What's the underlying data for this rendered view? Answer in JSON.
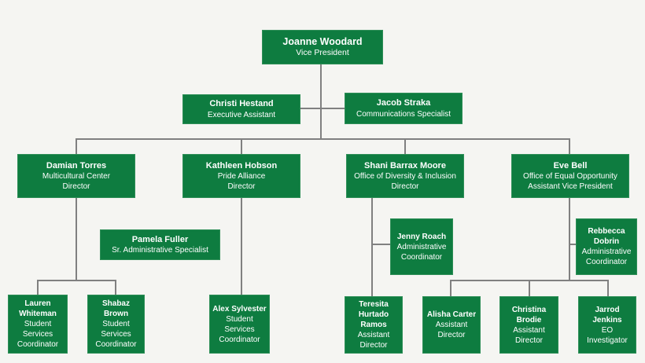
{
  "colors": {
    "node_green": "#0e7c40",
    "node_border": "#2f8f58",
    "line_gray": "#808080",
    "bg": "#f5f5f2",
    "text_white": "#ffffff"
  },
  "nodes": {
    "joanne": {
      "name": "Joanne Woodard",
      "title": "Vice President"
    },
    "christi": {
      "name": "Christi Hestand",
      "title": "Executive Assistant"
    },
    "jacob": {
      "name": "Jacob Straka",
      "title": "Communications Specialist"
    },
    "damian": {
      "name": "Damian Torres",
      "title": "Multicultural Center\nDirector"
    },
    "kathleen": {
      "name": "Kathleen Hobson",
      "title": "Pride Alliance\nDirector"
    },
    "shani": {
      "name": "Shani Barrax Moore",
      "title": "Office of Diversity & Inclusion\nDirector"
    },
    "eve": {
      "name": "Eve Bell",
      "title": "Office of Equal Opportunity\nAssistant Vice President"
    },
    "pamela": {
      "name": "Pamela Fuller",
      "title": "Sr. Administrative Specialist"
    },
    "jenny": {
      "name": "Jenny Roach",
      "title": "Administrative Coordinator"
    },
    "rebbecca": {
      "name": "Rebbecca Dobrin",
      "title": "Administrative Coordinator"
    },
    "lauren": {
      "name": "Lauren Whiteman",
      "title": "Student Services Coordinator"
    },
    "shabaz": {
      "name": "Shabaz Brown",
      "title": "Student Services Coordinator"
    },
    "alex": {
      "name": "Alex Sylvester",
      "title": "Student Services Coordinator"
    },
    "teresita": {
      "name": "Teresita Hurtado Ramos",
      "title": "Assistant Director"
    },
    "alisha": {
      "name": "Alisha Carter",
      "title": "Assistant Director"
    },
    "christina": {
      "name": "Christina Brodie",
      "title": "Assistant Director"
    },
    "jarrod": {
      "name": "Jarrod Jenkins",
      "title": "EO Investigator"
    }
  },
  "edges": [
    {
      "from": "joanne",
      "to": "christi"
    },
    {
      "from": "joanne",
      "to": "jacob"
    },
    {
      "from": "joanne",
      "to": "damian"
    },
    {
      "from": "joanne",
      "to": "kathleen"
    },
    {
      "from": "joanne",
      "to": "shani"
    },
    {
      "from": "joanne",
      "to": "eve"
    },
    {
      "from": "damian",
      "to": "lauren"
    },
    {
      "from": "damian",
      "to": "shabaz"
    },
    {
      "from": "kathleen",
      "to": "alex"
    },
    {
      "from": "shani",
      "to": "jenny"
    },
    {
      "from": "shani",
      "to": "teresita"
    },
    {
      "from": "eve",
      "to": "rebbecca"
    },
    {
      "from": "eve",
      "to": "alisha"
    },
    {
      "from": "eve",
      "to": "christina"
    },
    {
      "from": "eve",
      "to": "jarrod"
    }
  ]
}
